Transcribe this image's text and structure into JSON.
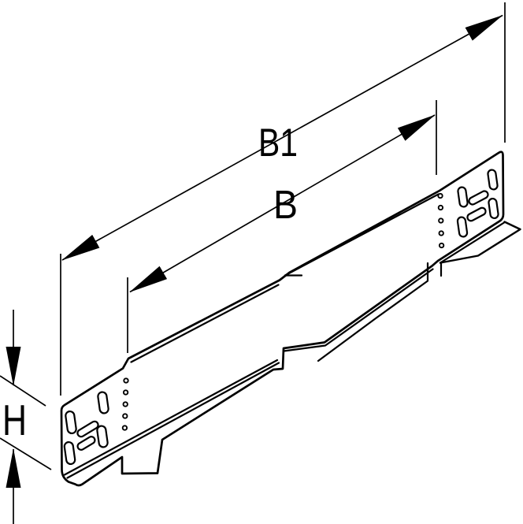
{
  "drawing": {
    "labels": {
      "b1": "B1",
      "b": "B",
      "h": "H"
    },
    "colors": {
      "line": "#000000",
      "background": "#ffffff"
    }
  }
}
